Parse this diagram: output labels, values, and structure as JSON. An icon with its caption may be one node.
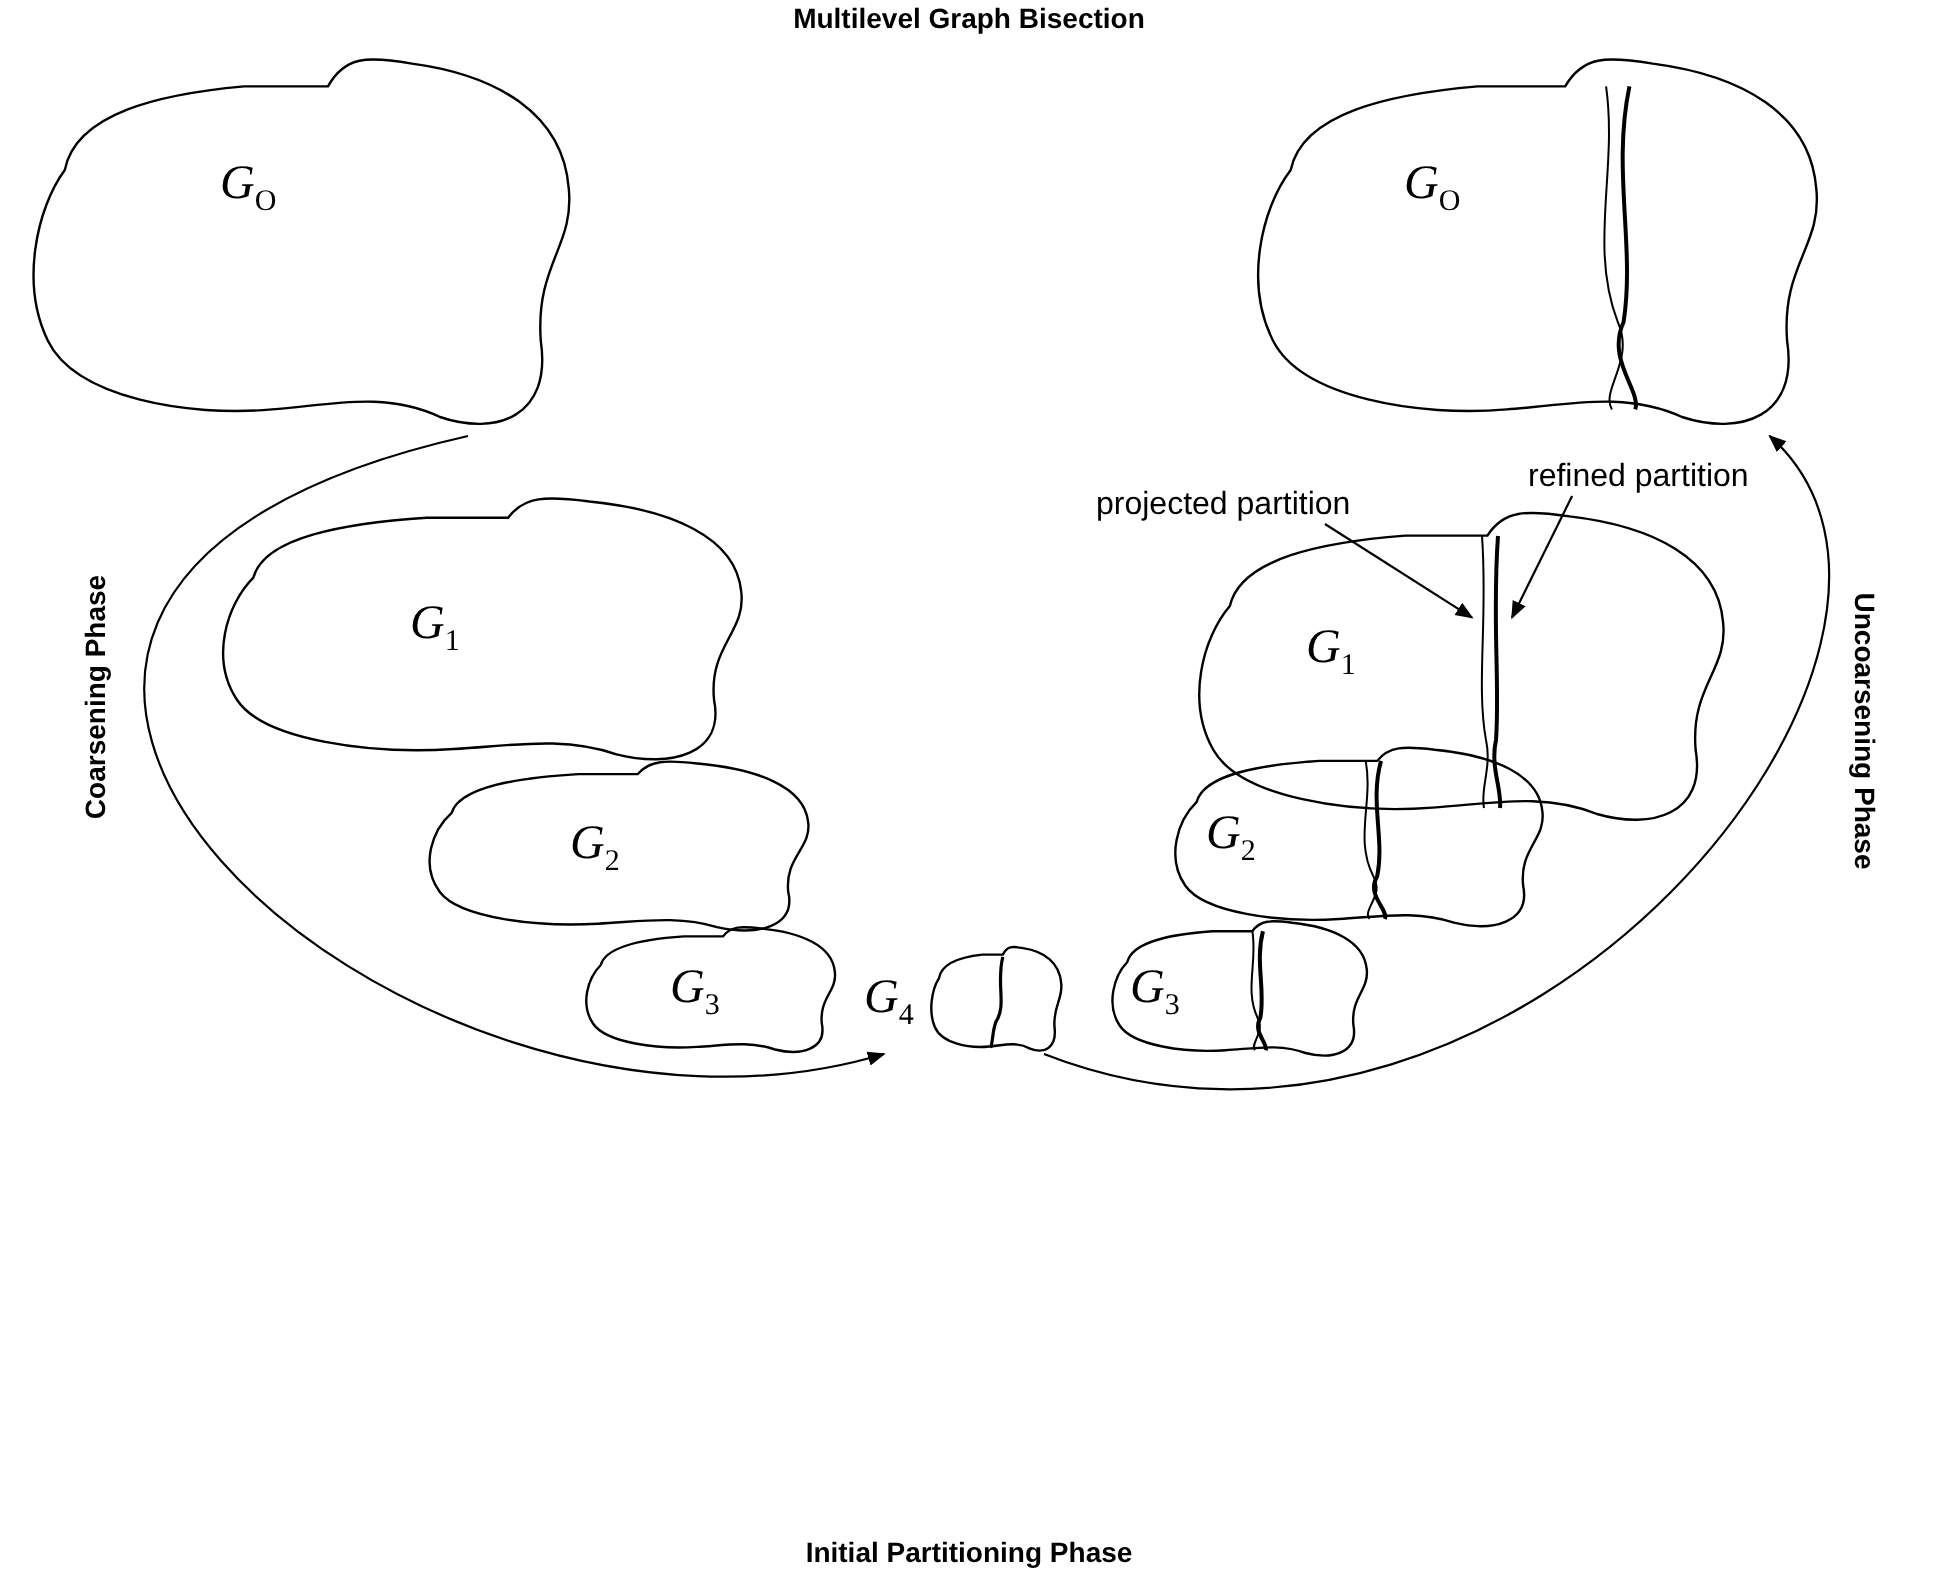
{
  "diagram": {
    "title": "Multilevel Graph Bisection",
    "nodes": [
      {
        "text": [
          "*G*$_{O}$"
        ]
      },
      {
        "text": [
          "*G*$_{O}$"
        ]
      },
      {
        "text": [
          "projected partition"
        ]
      },
      {
        "text": [
          "refined partition"
        ]
      },
      {
        "text": [
          "*G*$_{1}$"
        ]
      },
      {
        "text": [
          "*G*$_{1}$"
        ]
      },
      {
        "text": [],
        "shape": "line",
        "in": 5
      },
      {
        "text": [],
        "shape": "line",
        "in": 5
      },
      {
        "text": [
          "*G*$_{2}$"
        ]
      },
      {
        "text": [
          "*G*$_{2}$"
        ]
      },
      {
        "text": [
          "*G*$_{3}$"
        ]
      },
      {
        "text": [
          "*G*$_{3}$"
        ]
      },
      {
        "text": [
          "*G*$_{4}$"
        ]
      }
    ],
    "edges": [
      {
        "from": 0,
        "to": 12,
        "arrow": "to",
        "label": "Coarsening Phase"
      },
      {
        "from": 12,
        "to": 1,
        "arrow": "to",
        "label": "Uncoarsening Phase"
      },
      {
        "from": 2,
        "to": 6,
        "arrow": "to"
      },
      {
        "from": 3,
        "to": 7,
        "arrow": "to"
      }
    ],
    "labels": [
      "Initial Partitioning Phase"
    ]
  }
}
